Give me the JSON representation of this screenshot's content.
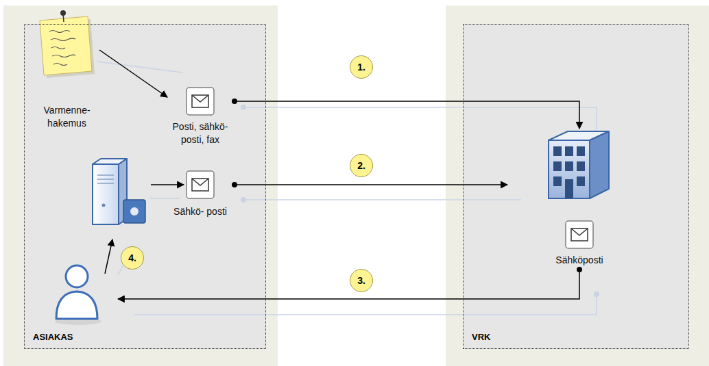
{
  "diagram": {
    "nodes": [
      {
        "text": [
          "ASIAKAS"
        ]
      },
      {
        "text": [
          "Varmenne- hakemus"
        ],
        "in": 0
      },
      {
        "text": [
          "Posti, sähkö- posti, fax"
        ],
        "in": 0
      },
      {
        "text": [
          "Sähkö- posti"
        ],
        "in": 0
      },
      {
        "text": [
          "4."
        ],
        "in": 0
      },
      {
        "text": [
          "1."
        ]
      },
      {
        "text": [
          "2."
        ]
      },
      {
        "text": [
          "3."
        ]
      },
      {
        "text": [
          "VRK"
        ]
      },
      {
        "text": [
          "Sähköposti"
        ],
        "in": 8
      }
    ],
    "edges": [
      {
        "from": 1,
        "to": 2,
        "arrow": "to"
      },
      {
        "from": 2,
        "to": 8,
        "arrow": "to"
      },
      {
        "from": 3,
        "to": 8,
        "arrow": "to"
      },
      {
        "from": 9,
        "to": 0,
        "arrow": "to"
      }
    ]
  }
}
